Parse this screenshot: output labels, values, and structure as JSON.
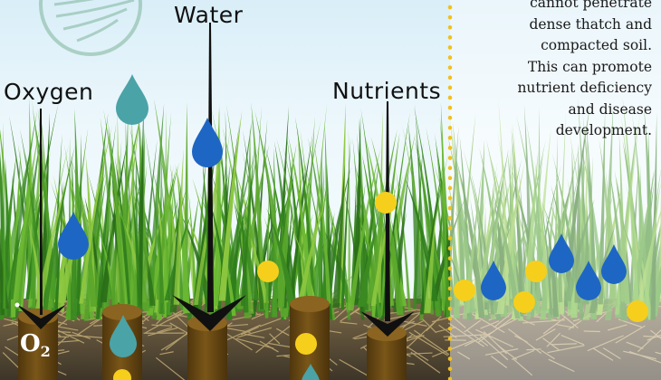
{
  "labels": {
    "water": "Water",
    "oxygen": "Oxygen",
    "nutrients": "Nutrients",
    "o2_main": "O",
    "o2_sub": "2"
  },
  "note": {
    "lines": [
      "cannot penetrate",
      "dense thatch and",
      "compacted soil.",
      "This can promote",
      "nutrient deficiency",
      "and disease",
      "development."
    ]
  },
  "colors": {
    "water_drop": "#1e66c4",
    "teal_drop": "#4aa3a7",
    "nutrient": "#f6cf1c",
    "arrow": "#101010",
    "soil_plug": "#6b4a13",
    "grass": "#3f8f22",
    "sky_top": "#e3f1f8",
    "dotted_divider": "#f2c01c"
  },
  "icons": [
    "palm-leaf-logo-icon",
    "water-drop-icon",
    "nutrient-dot-icon",
    "down-arrow-icon",
    "soil-core-icon"
  ]
}
